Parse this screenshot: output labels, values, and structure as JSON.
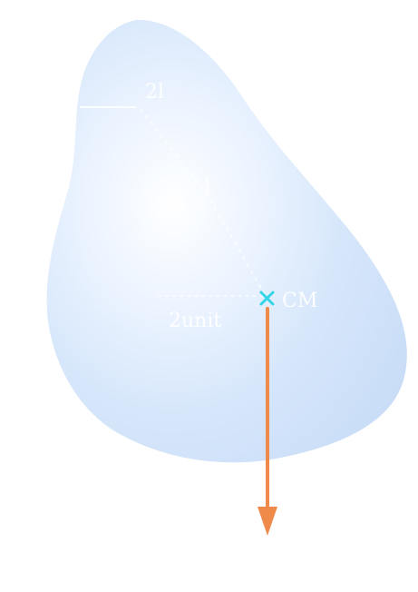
{
  "diagram": {
    "labels": {
      "top": "2l",
      "center_of_mass": "CM",
      "mid": "l",
      "lower": "2unit"
    },
    "colors": {
      "body_fill": "#c9ddf7",
      "body_highlight": "#f2f7ff",
      "cm_marker": "#35d5e8",
      "arrow": "#f08a4b",
      "guide_line": "#ffffff"
    },
    "icons": {
      "cm_marker": "x-marker-icon",
      "weight_arrow": "arrow-down-icon"
    }
  }
}
